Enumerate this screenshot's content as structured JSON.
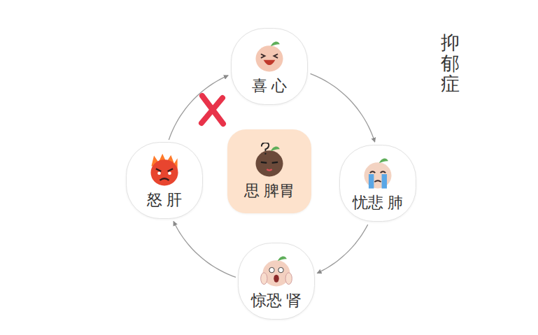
{
  "diagram": {
    "title": "抑郁症",
    "nodes": [
      {
        "text": [
          "喜 心"
        ]
      },
      {
        "text": [
          "怒 肝"
        ]
      },
      {
        "text": [
          "思 脾胃"
        ]
      },
      {
        "text": [
          "忧悲 肺"
        ]
      },
      {
        "text": [
          "惊恐 肾"
        ]
      }
    ],
    "edges": [
      {
        "from": 0,
        "to": 3,
        "arrow": "to"
      },
      {
        "from": 3,
        "to": 4,
        "arrow": "to"
      },
      {
        "from": 4,
        "to": 1,
        "arrow": "to"
      },
      {
        "from": 1,
        "to": 0,
        "arrow": "to"
      }
    ]
  }
}
